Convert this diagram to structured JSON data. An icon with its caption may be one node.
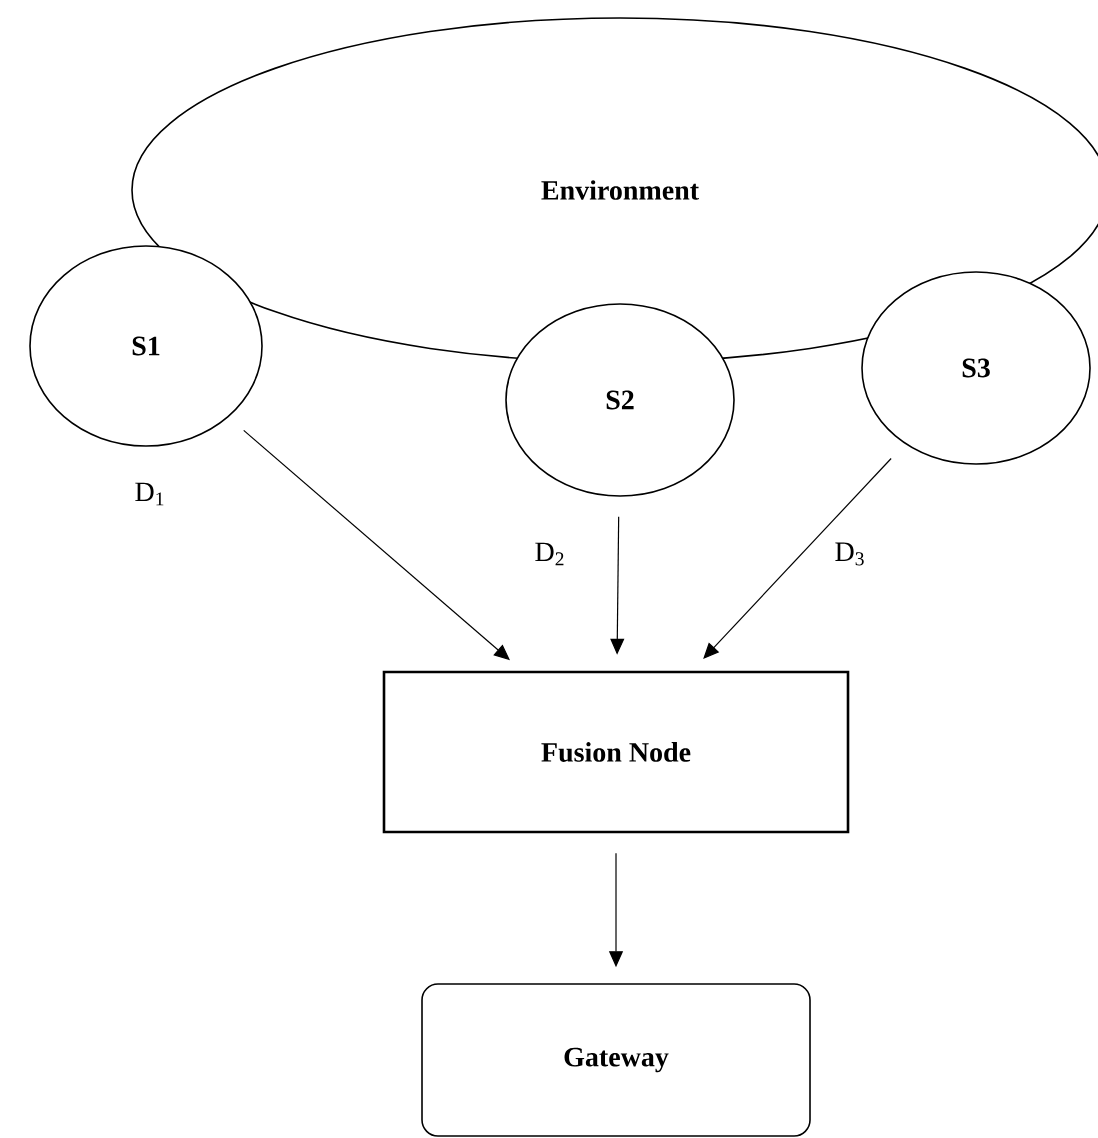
{
  "diagram": {
    "nodes": [
      {
        "text": [
          "Environment"
        ]
      },
      {
        "text": [
          "S1"
        ]
      },
      {
        "text": [
          "S2"
        ]
      },
      {
        "text": [
          "S3"
        ]
      },
      {
        "text": [
          "Fusion Node"
        ]
      },
      {
        "text": [
          "Gateway"
        ]
      }
    ],
    "edges": [
      {
        "from": 1,
        "to": 4,
        "arrow": "to",
        "label": "D$_{1}$"
      },
      {
        "from": 2,
        "to": 4,
        "arrow": "to",
        "label": "D$_{2}$"
      },
      {
        "from": 3,
        "to": 4,
        "arrow": "to",
        "label": "D$_{3}$"
      },
      {
        "from": 4,
        "to": 5,
        "arrow": "to"
      }
    ]
  }
}
